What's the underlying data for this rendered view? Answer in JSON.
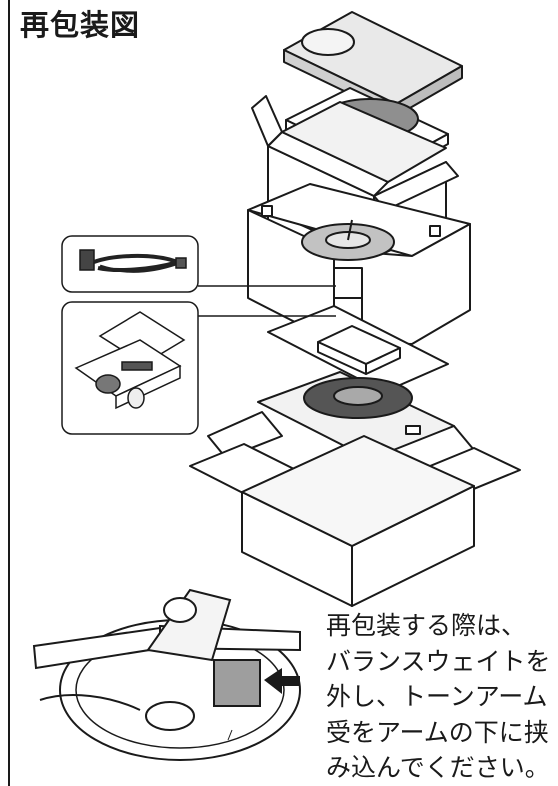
{
  "title": "再包装図",
  "caption": "再包装する際は、\nバランスウェイトを\n外し、トーンアーム\n受をアームの下に挟\nみ込んでください。",
  "icons": [
    "dust-cover",
    "platter-mat",
    "inner-carton",
    "turntable-unit",
    "power-cable",
    "accessory-box",
    "foam-spacer",
    "platter",
    "outer-carton",
    "tonearm-detail",
    "arrow"
  ]
}
